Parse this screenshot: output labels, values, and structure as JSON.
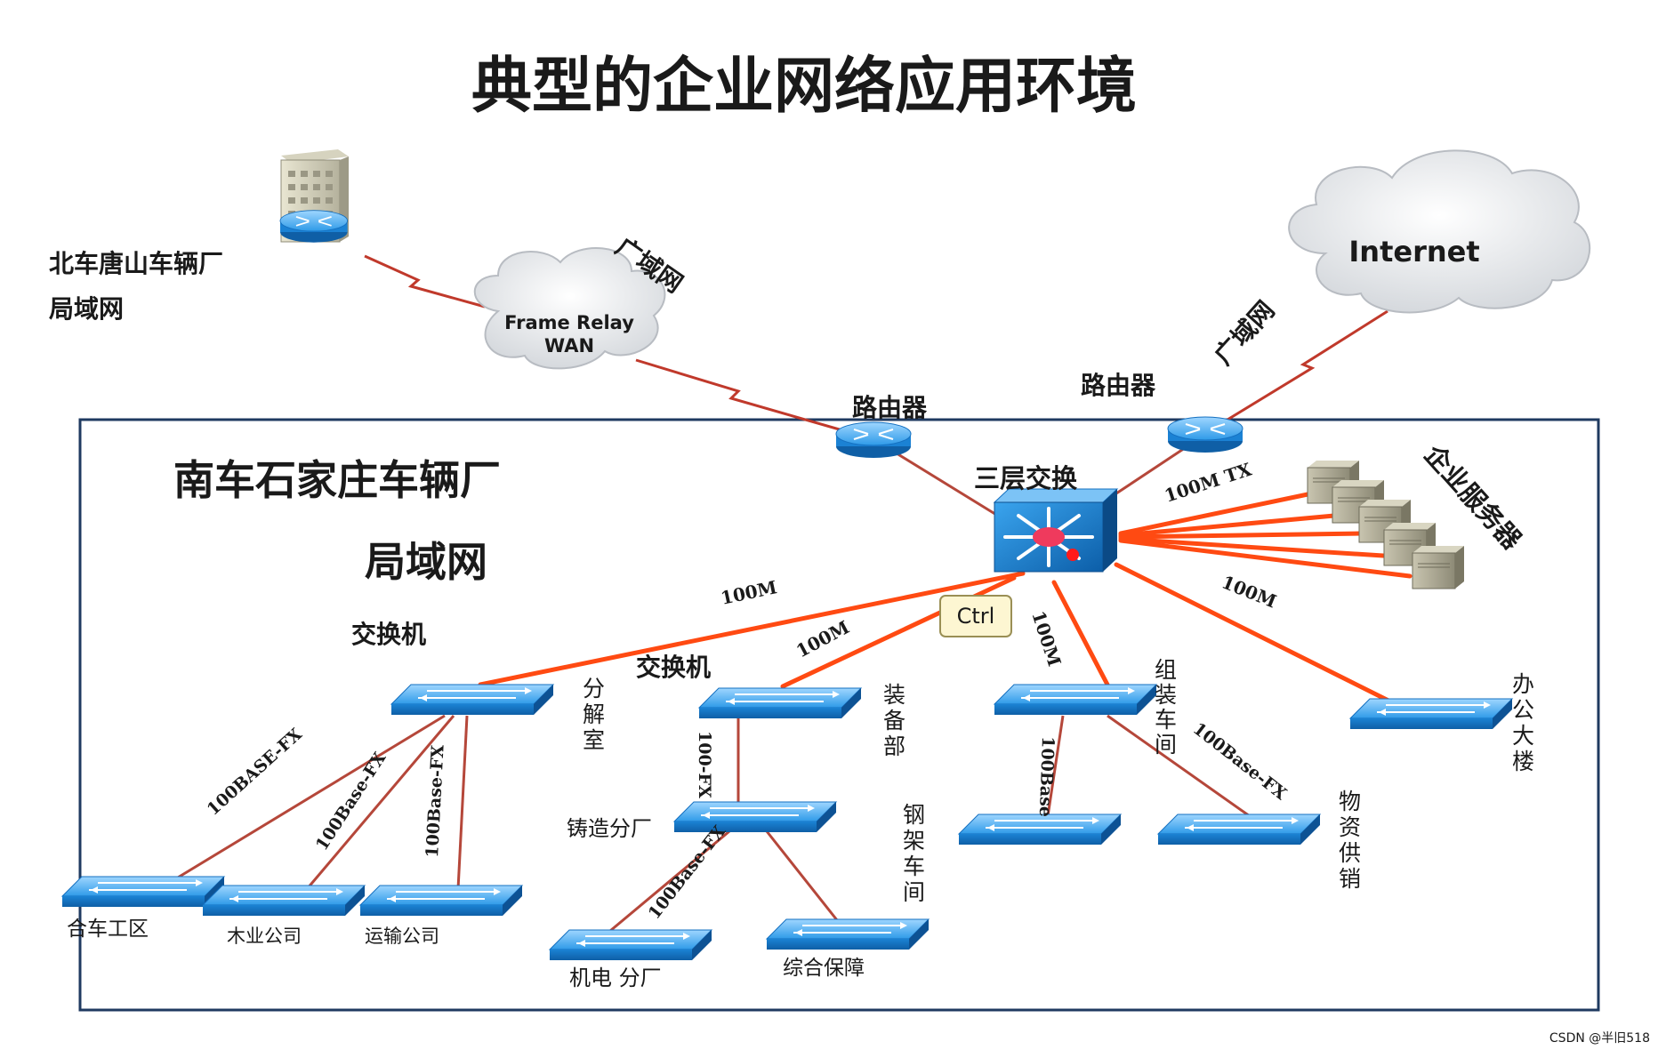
{
  "title": "典型的企业网络应用环境",
  "remote_site": {
    "line1": "北车唐山车辆厂",
    "line2": "局域网"
  },
  "clouds": {
    "frame_relay_line1": "Frame Relay",
    "frame_relay_line2": "WAN",
    "internet": "Internet"
  },
  "wan_labels": {
    "left": "广域网",
    "right": "广域网"
  },
  "routers": {
    "left": "路由器",
    "right": "路由器"
  },
  "campus": {
    "line1": "南车石家庄车辆厂",
    "line2": "局域网"
  },
  "core": {
    "label": "三层交换"
  },
  "servers": {
    "label": "企业服务器",
    "link": "100M TX"
  },
  "tooltip": {
    "ctrl": "Ctrl"
  },
  "switch_labels": {
    "left": "交换机",
    "mid": "交换机"
  },
  "link_labels": {
    "to_fenjie": "100M",
    "to_zhuangbei": "100M",
    "to_zuzhuang": "100M",
    "to_bangong": "100M",
    "fx1": "100BASE-FX",
    "fx2": "100Base-FX",
    "fx3": "100Base-FX",
    "fx_zhuzao": "100-FX",
    "fx_jidian": "100Base-FX",
    "zuzhuang_left": "100Base",
    "zuzhuang_right": "100Base-FX"
  },
  "departments": {
    "fenjie": "分解室",
    "zhuangbei": "装备部",
    "zuzhuang": "组装车间",
    "bangong": "办公大楼",
    "zhuzao": "铸造分厂",
    "gangjia": "钢架车间",
    "wuzi": "物资供销",
    "cheche": "合车工区",
    "muye": "木业公司",
    "yunshu": "运输公司",
    "jidian": "机电 分厂",
    "zonghe": "综合保障"
  },
  "watermark": "CSDN @半旧518",
  "colors": {
    "link_orange": "#ff4a12",
    "link_brown": "#b5473a",
    "switch_blue": "#1e8fe0",
    "border": "#1f3a60"
  }
}
